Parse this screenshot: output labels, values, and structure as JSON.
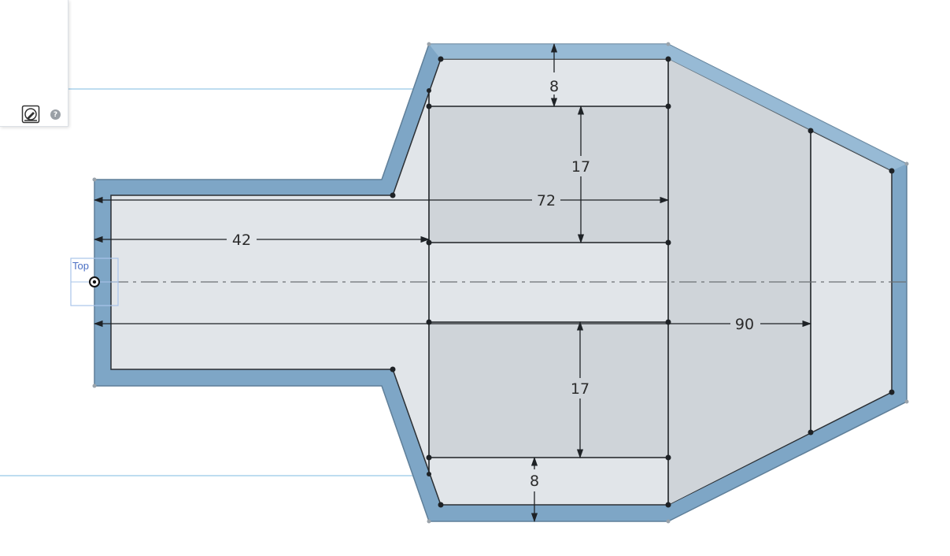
{
  "plane": {
    "label": "Top"
  },
  "dimensions": {
    "top_wall": "8",
    "upper_gap": "17",
    "overall_length": "72",
    "neck_length": "42",
    "body_length": "90",
    "lower_gap": "17",
    "bottom_wall": "8"
  },
  "panel": {
    "help_glyph": "?"
  },
  "colors": {
    "wall": "#7ea6c6",
    "wall_highlight": "#a8c8e0",
    "face_light": "#e1e5e9",
    "face_dark": "#cfd4d9",
    "sketch_line": "#1e2226",
    "plane_outline": "#a9d2ec"
  }
}
